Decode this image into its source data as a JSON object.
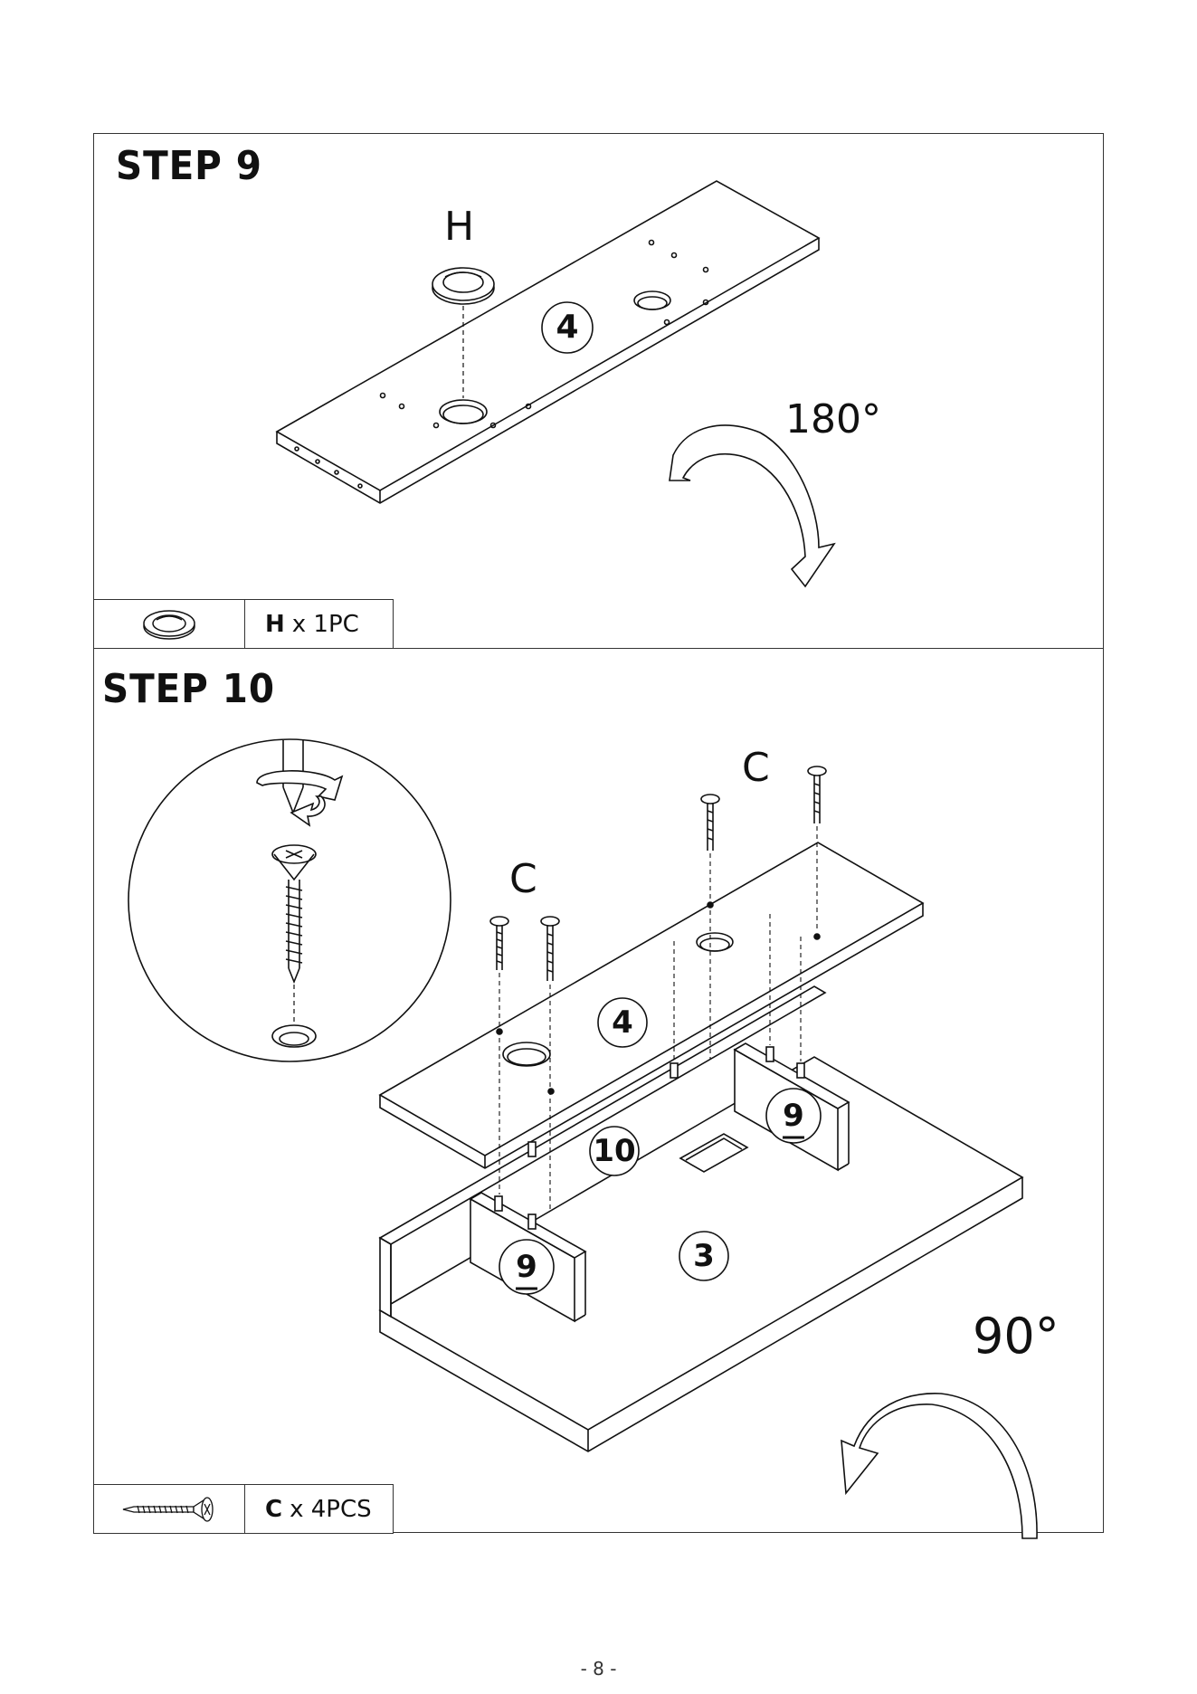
{
  "steps": [
    {
      "title": "STEP 9",
      "part_letter": "H",
      "panel_number": "4",
      "rotation": "180°",
      "parts": {
        "letter": "H",
        "quantity": "x 1PC",
        "icon": "grommet-icon"
      }
    },
    {
      "title": "STEP 10",
      "detail_letter": "C",
      "screw_labels": [
        "C",
        "C"
      ],
      "panel_numbers": {
        "top": "4",
        "back": "10",
        "base": "3",
        "side_left": "9",
        "side_right": "9"
      },
      "rotation": "90°",
      "parts": {
        "letter": "C",
        "quantity": "x 4PCS",
        "icon": "screw-icon"
      }
    }
  ],
  "page_number": "- 8 -"
}
